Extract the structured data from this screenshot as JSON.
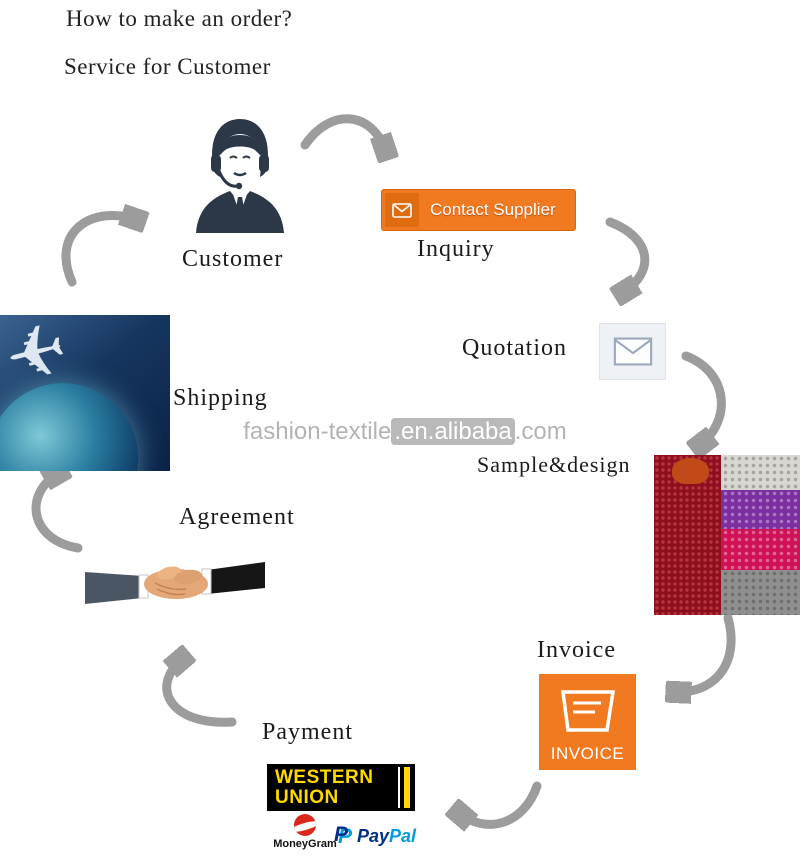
{
  "header": {
    "title": "How to make an order?",
    "subtitle": "Service for Customer"
  },
  "watermark": {
    "prefix": "fashion-textile",
    "highlight": ".en.alibaba",
    "suffix": ".com"
  },
  "steps": {
    "customer": "Customer",
    "inquiry": "Inquiry",
    "quotation": "Quotation",
    "sample_design": "Sample&design",
    "invoice": "Invoice",
    "payment": "Payment",
    "agreement": "Agreement",
    "shipping": "Shipping"
  },
  "contact_button": {
    "label": "Contact Supplier"
  },
  "invoice_box": {
    "label": "INVOICE"
  },
  "payment_methods": {
    "western_union": {
      "line1": "WESTERN",
      "line2": "UNION"
    },
    "moneygram": {
      "label": "MoneyGram"
    },
    "paypal": {
      "icon_letter": "P",
      "part1": "Pay",
      "part2": "Pal"
    }
  },
  "icons": {
    "airplane": "✈"
  },
  "colors": {
    "accent_orange": "#F1791F",
    "arrow_gray": "#9C9C9C",
    "navy": "#2C3848",
    "wu_yellow": "#FFD900",
    "paypal_dark": "#003087",
    "paypal_light": "#009CDE",
    "moneygram_red": "#DA291C"
  }
}
